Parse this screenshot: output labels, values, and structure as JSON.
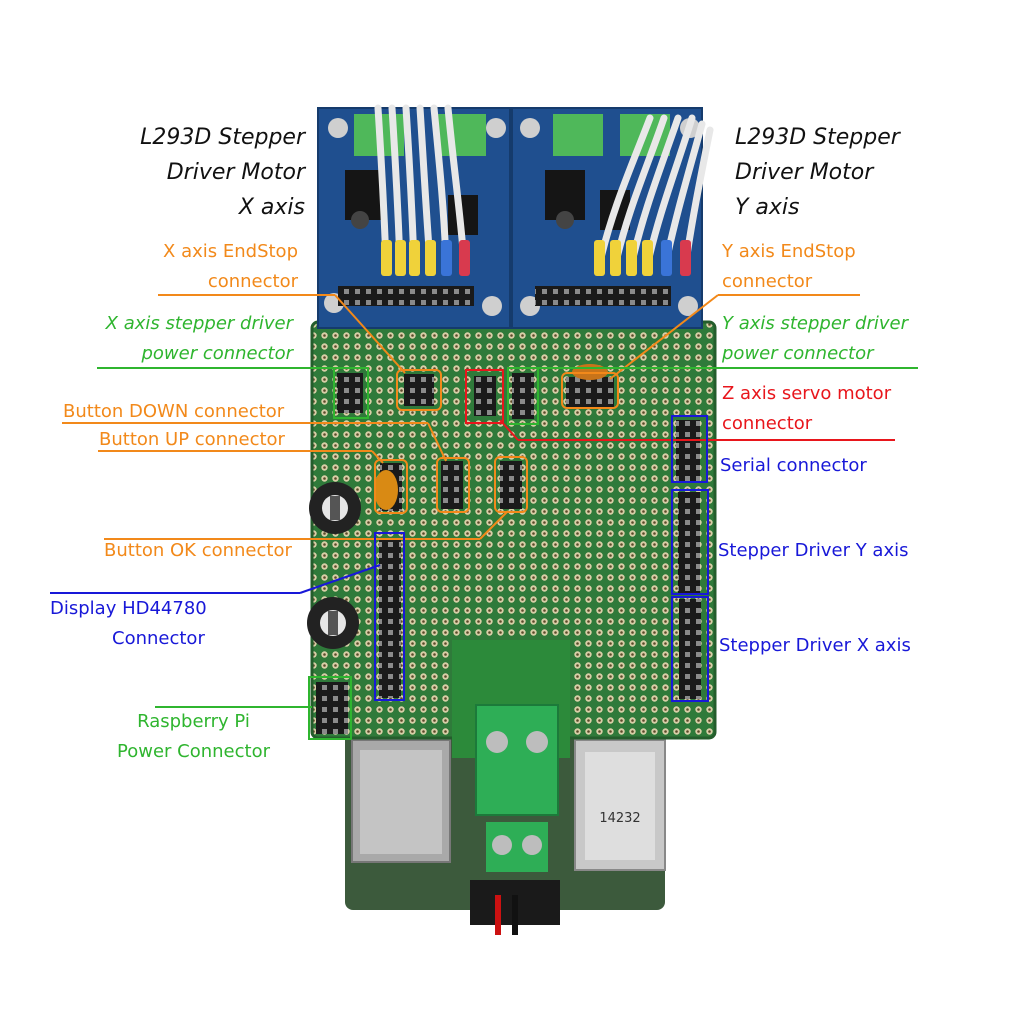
{
  "titles": {
    "x_motor": [
      "L293D Stepper",
      "Driver Motor",
      "X axis"
    ],
    "y_motor": [
      "L293D Stepper",
      "Driver Motor",
      "Y axis"
    ]
  },
  "labels": {
    "x_endstop": [
      "X axis EndStop",
      "connector"
    ],
    "y_endstop": [
      "Y axis EndStop",
      "connector"
    ],
    "x_stepper_power": [
      "X axis stepper driver",
      "power connector"
    ],
    "y_stepper_power": [
      "Y axis stepper driver",
      "power connector"
    ],
    "z_servo": [
      "Z axis servo motor",
      "connector"
    ],
    "button_down": "Button DOWN connector",
    "button_up": "Button UP connector",
    "button_ok": "Button OK connector",
    "serial": "Serial connector",
    "stepper_y": "Stepper Driver Y axis",
    "stepper_x": "Stepper Driver X axis",
    "display": [
      "Display HD44780",
      "Connector"
    ],
    "rpi_power": [
      "Raspberry Pi",
      "Power Connector"
    ]
  },
  "board": {
    "chip_marking": "14232"
  },
  "colors": {
    "orange": "#f2891a",
    "green": "#2fb52f",
    "red": "#e8161c",
    "blue": "#1818d8",
    "driver_board": "#1f4f8f",
    "perfboard": "#2f7a3a"
  }
}
